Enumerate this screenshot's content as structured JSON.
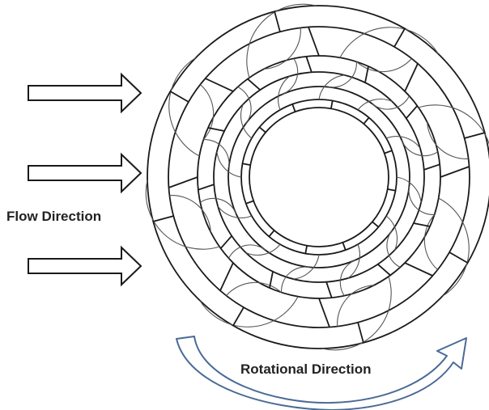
{
  "labels": {
    "flow": "Flow Direction",
    "rotation": "Rotational Direction"
  },
  "colors": {
    "lines": "#1a1a1a",
    "blades": "#555555",
    "rotation_arrow": "#4a6a96",
    "text": "#222222"
  },
  "icons": {
    "flow_arrows": "right-arrow-outline-icon",
    "rotation_arrow": "curved-arrow-outline-icon"
  },
  "diagram": {
    "flow_arrow_count": 3,
    "outer_blade_count": 8,
    "inner_blade_count": 12
  }
}
